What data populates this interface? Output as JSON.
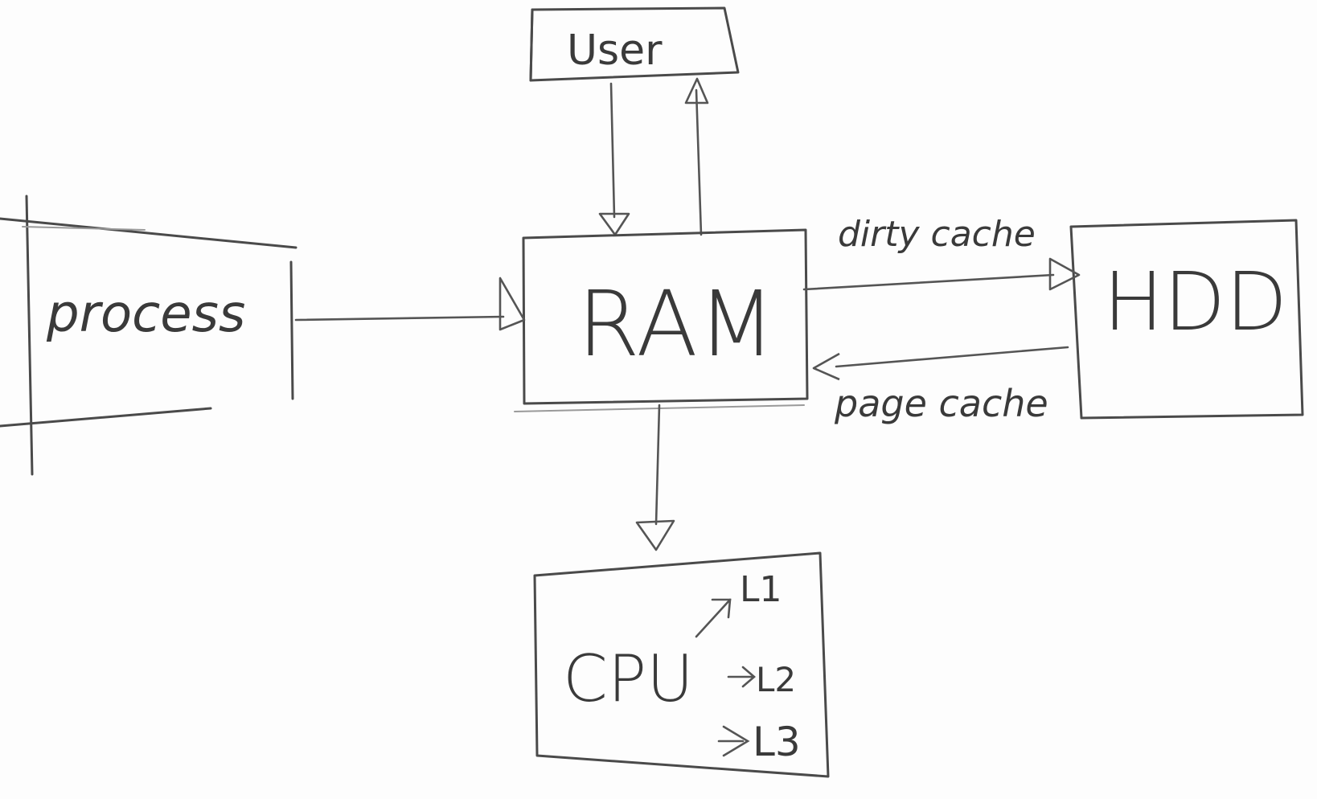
{
  "nodes": {
    "user": "User",
    "ram": "RAM",
    "process": "process",
    "hdd": "HDD",
    "cpu": "CPU",
    "cache_l1": "L1",
    "cache_l2": "L2",
    "cache_l3": "L3"
  },
  "edges": {
    "ram_to_hdd_label": "dirty cache",
    "hdd_to_ram_label": "page cache"
  },
  "colors": {
    "ink": "#4a4a4a",
    "paper": "#fdfdfd"
  }
}
